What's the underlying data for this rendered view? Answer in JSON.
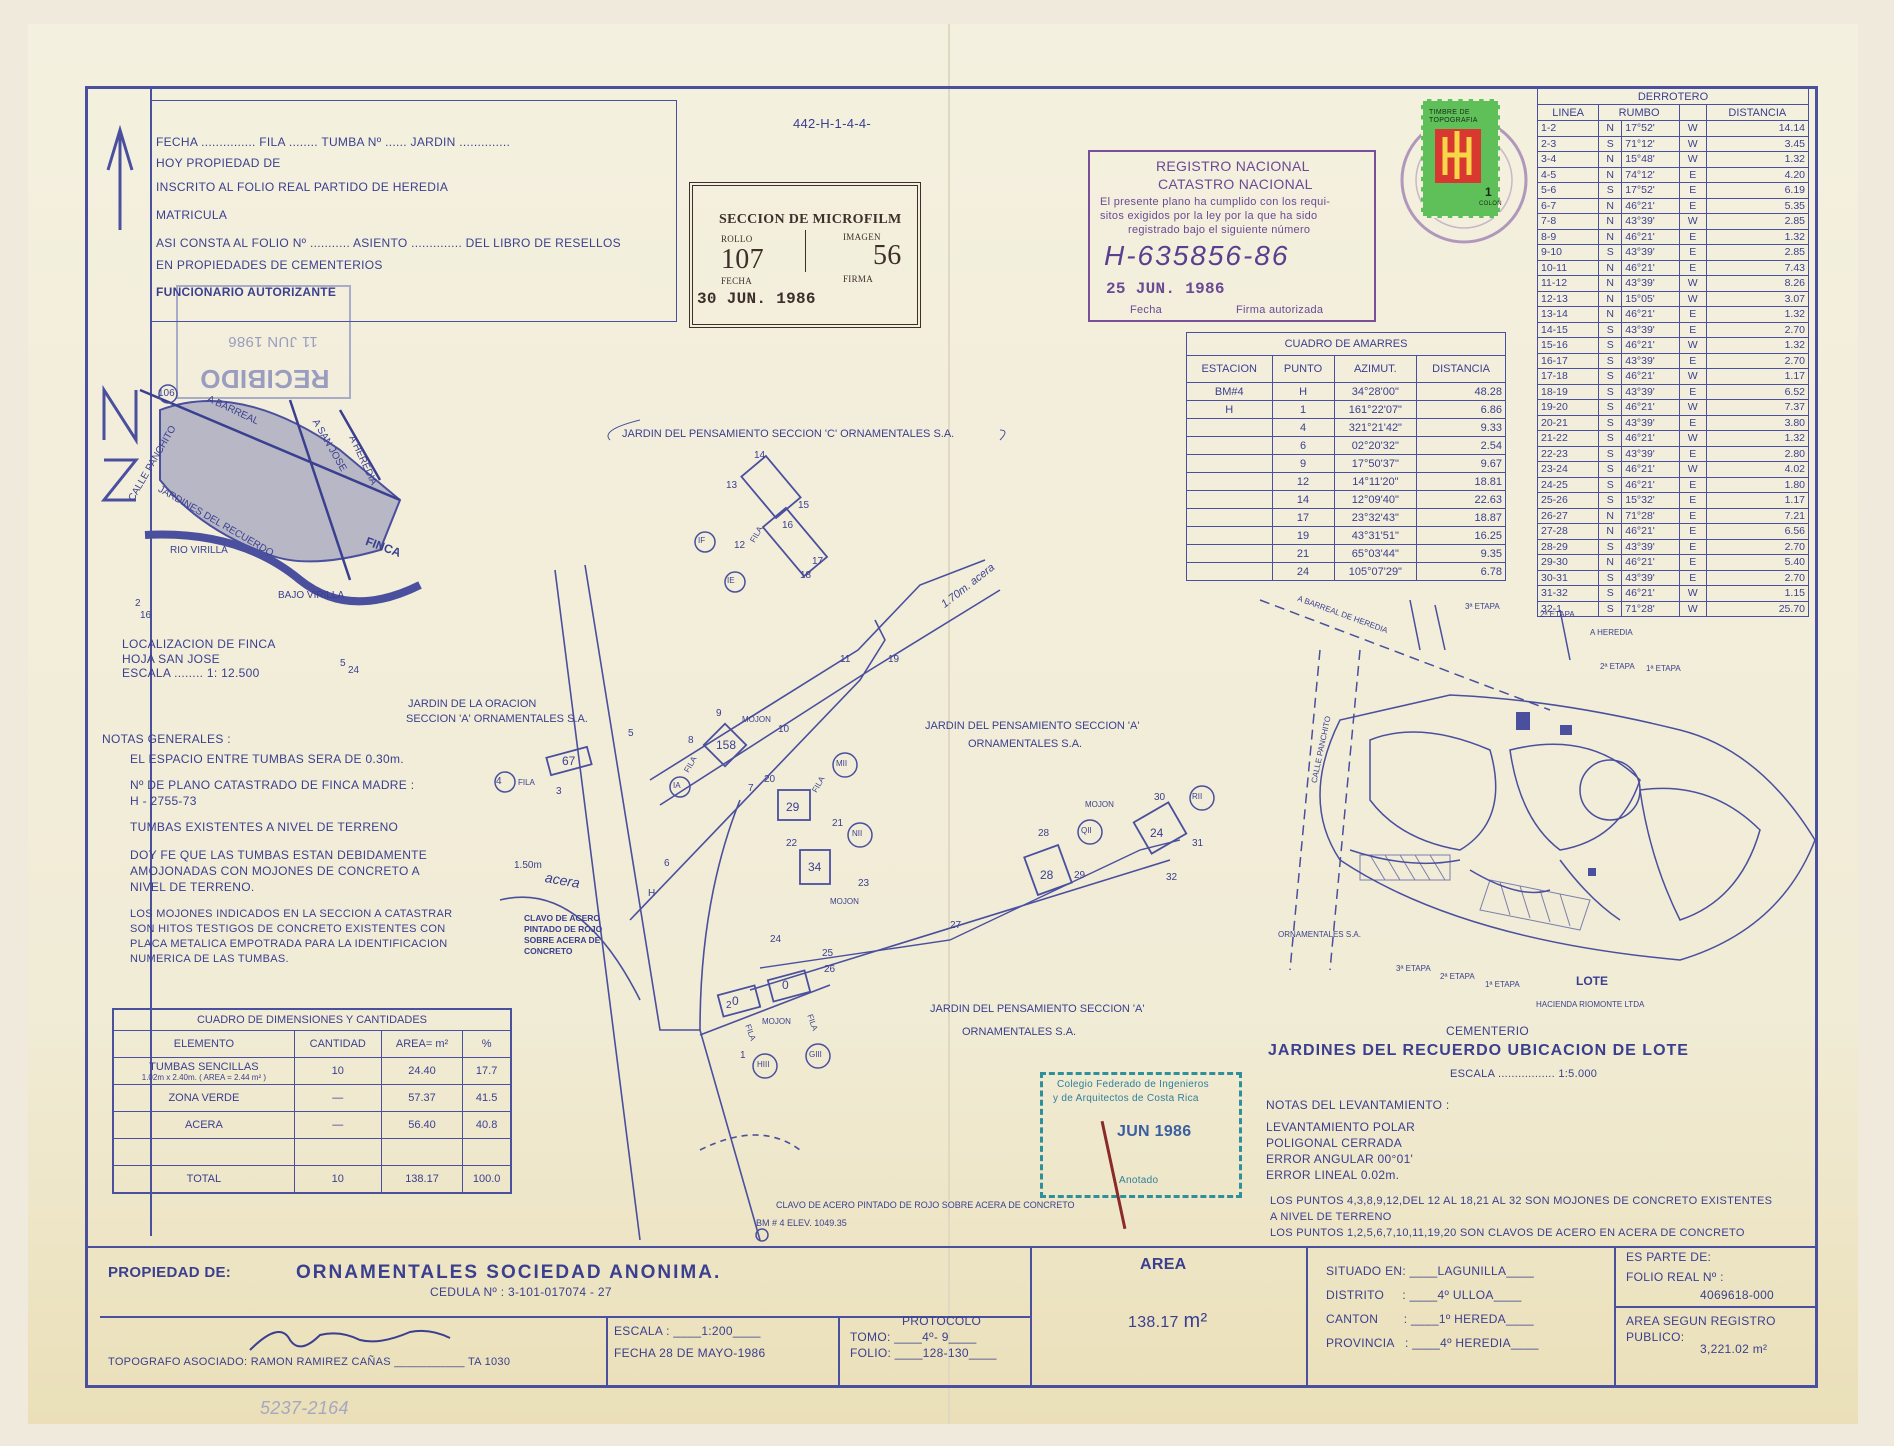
{
  "plan_number": "442-H-1-4-4-",
  "header": {
    "fecha": "FECHA",
    "fila": "FILA",
    "tumba": "TUMBA Nº",
    "jardin": "JARDIN",
    "hoy": "HOY PROPIEDAD DE",
    "inscrito": "INSCRITO AL FOLIO REAL PARTIDO DE HEREDIA",
    "matricula": "MATRICULA",
    "asi_consta": "ASI CONSTA AL FOLIO Nº",
    "asiento": "ASIENTO",
    "libro": "DEL LIBRO DE RESELLOS",
    "propiedades": "EN PROPIEDADES DE CEMENTERIOS",
    "funcionario": "FUNCIONARIO AUTORIZANTE"
  },
  "stamp_recibido": {
    "date": "11 JUN 1986",
    "word": "RECIBIDO"
  },
  "microfilm": {
    "title": "SECCION DE MICROFILM",
    "rollo_label": "ROLLO",
    "rollo": "107",
    "imagen_label": "IMAGEN",
    "imagen": "56",
    "fecha_label": "FECHA",
    "fecha": "30 JUN. 1986",
    "firma_label": "FIRMA"
  },
  "registro": {
    "title1": "REGISTRO NACIONAL",
    "title2": "CATASTRO NACIONAL",
    "text1": "El presente plano ha cumplido con los requi-",
    "text2": "sitos exigidos por la ley por la que ha sido",
    "text3": "registrado bajo el siguiente número",
    "number": "H-635856-86",
    "date": "25 JUN. 1986",
    "fecha_label": "Fecha",
    "firma_label": "Firma autorizada"
  },
  "timbre": {
    "text1": "TIMBRE DE",
    "text2": "TOPOGRAFIA",
    "value": "1",
    "unit": "COLON"
  },
  "derrotero": {
    "title": "DERROTERO",
    "headers": [
      "LINEA",
      "RUMBO",
      "",
      "DISTANCIA"
    ],
    "rows": [
      [
        "1-2",
        "N",
        "17°52'",
        "W",
        "14.14"
      ],
      [
        "2-3",
        "S",
        "71°12'",
        "W",
        "3.45"
      ],
      [
        "3-4",
        "N",
        "15°48'",
        "W",
        "1.32"
      ],
      [
        "4-5",
        "N",
        "74°12'",
        "E",
        "4.20"
      ],
      [
        "5-6",
        "S",
        "17°52'",
        "E",
        "6.19"
      ],
      [
        "6-7",
        "N",
        "46°21'",
        "E",
        "5.35"
      ],
      [
        "7-8",
        "N",
        "43°39'",
        "W",
        "2.85"
      ],
      [
        "8-9",
        "N",
        "46°21'",
        "E",
        "1.32"
      ],
      [
        "9-10",
        "S",
        "43°39'",
        "E",
        "2.85"
      ],
      [
        "10-11",
        "N",
        "46°21'",
        "E",
        "7.43"
      ],
      [
        "11-12",
        "N",
        "43°39'",
        "W",
        "8.26"
      ],
      [
        "12-13",
        "N",
        "15°05'",
        "W",
        "3.07"
      ],
      [
        "13-14",
        "N",
        "46°21'",
        "E",
        "1.32"
      ],
      [
        "14-15",
        "S",
        "43°39'",
        "E",
        "2.70"
      ],
      [
        "15-16",
        "S",
        "46°21'",
        "W",
        "1.32"
      ],
      [
        "16-17",
        "S",
        "43°39'",
        "E",
        "2.70"
      ],
      [
        "17-18",
        "S",
        "46°21'",
        "W",
        "1.17"
      ],
      [
        "18-19",
        "S",
        "43°39'",
        "E",
        "6.52"
      ],
      [
        "19-20",
        "S",
        "46°21'",
        "W",
        "7.37"
      ],
      [
        "20-21",
        "S",
        "43°39'",
        "E",
        "3.80"
      ],
      [
        "21-22",
        "S",
        "46°21'",
        "W",
        "1.32"
      ],
      [
        "22-23",
        "S",
        "43°39'",
        "E",
        "2.80"
      ],
      [
        "23-24",
        "S",
        "46°21'",
        "W",
        "4.02"
      ],
      [
        "24-25",
        "S",
        "46°21'",
        "E",
        "1.80"
      ],
      [
        "25-26",
        "S",
        "15°32'",
        "E",
        "1.17"
      ],
      [
        "26-27",
        "N",
        "71°28'",
        "E",
        "7.21"
      ],
      [
        "27-28",
        "N",
        "46°21'",
        "E",
        "6.56"
      ],
      [
        "28-29",
        "S",
        "43°39'",
        "E",
        "2.70"
      ],
      [
        "29-30",
        "N",
        "46°21'",
        "E",
        "5.40"
      ],
      [
        "30-31",
        "S",
        "43°39'",
        "E",
        "2.70"
      ],
      [
        "31-32",
        "S",
        "46°21'",
        "W",
        "1.15"
      ],
      [
        "32-1",
        "S",
        "71°28'",
        "W",
        "25.70"
      ]
    ]
  },
  "amarres": {
    "title": "CUADRO DE AMARRES",
    "headers": [
      "ESTACION",
      "PUNTO",
      "AZIMUT.",
      "DISTANCIA"
    ],
    "rows": [
      [
        "BM#4",
        "H",
        "34°28'00\"",
        "48.28"
      ],
      [
        "H",
        "1",
        "161°22'07\"",
        "6.86"
      ],
      [
        "",
        "4",
        "321°21'42\"",
        "9.33"
      ],
      [
        "",
        "6",
        "02°20'32\"",
        "2.54"
      ],
      [
        "",
        "9",
        "17°50'37\"",
        "9.67"
      ],
      [
        "",
        "12",
        "14°11'20\"",
        "18.81"
      ],
      [
        "",
        "14",
        "12°09'40\"",
        "22.63"
      ],
      [
        "",
        "17",
        "23°32'43\"",
        "18.87"
      ],
      [
        "",
        "19",
        "43°31'51\"",
        "16.25"
      ],
      [
        "",
        "21",
        "65°03'44\"",
        "9.35"
      ],
      [
        "",
        "24",
        "105°07'29\"",
        "6.78"
      ]
    ]
  },
  "location": {
    "labels": [
      "106",
      "A BARREAL",
      "CALLE PANCHITO",
      "A SAN JOSE",
      "A HEREDIA",
      "JARDINES DEL RECUERDO",
      "FINCA",
      "RIO VIRILLA",
      "BAJO VIRILLA",
      "2",
      "16",
      "5",
      "24"
    ],
    "title": "LOCALIZACION DE FINCA",
    "hoja": "HOJA SAN JOSE",
    "escala_label": "ESCALA",
    "escala": "1: 12.500"
  },
  "notas": {
    "title": "NOTAS GENERALES :",
    "lines": [
      "EL ESPACIO ENTRE TUMBAS SERA DE 0.30m.",
      "Nº DE PLANO CATASTRADO DE FINCA MADRE :",
      "H - 2755-73",
      "TUMBAS EXISTENTES A NIVEL DE TERRENO",
      "DOY FE QUE LAS TUMBAS ESTAN DEBIDAMENTE",
      "AMOJONADAS CON MOJONES DE CONCRETO A",
      "NIVEL DE TERRENO.",
      "LOS MOJONES INDICADOS EN LA SECCION A CATASTRAR",
      "SON HITOS TESTIGOS DE CONCRETO EXISTENTES CON",
      "PLACA METALICA EMPOTRADA PARA LA IDENTIFICACION",
      "NUMERICA DE LAS TUMBAS."
    ]
  },
  "dimensiones": {
    "title": "CUADRO DE DIMENSIONES Y CANTIDADES",
    "headers": [
      "ELEMENTO",
      "CANTIDAD",
      "AREA= m²",
      "%"
    ],
    "rows": [
      {
        "elemento": "TUMBAS SENCILLAS",
        "sub": "1.02m x 2.40m. ( AREA = 2.44 m² )",
        "cantidad": "10",
        "area": "24.40",
        "pct": "17.7"
      },
      {
        "elemento": "ZONA VERDE",
        "sub": "",
        "cantidad": "—",
        "area": "57.37",
        "pct": "41.5"
      },
      {
        "elemento": "ACERA",
        "sub": "",
        "cantidad": "—",
        "area": "56.40",
        "pct": "40.8"
      },
      {
        "elemento": "",
        "sub": "",
        "cantidad": "",
        "area": "",
        "pct": ""
      },
      {
        "elemento": "TOTAL",
        "sub": "",
        "cantidad": "10",
        "area": "138.17",
        "pct": "100.0"
      }
    ]
  },
  "plan": {
    "jardin_c": "JARDIN DEL PENSAMIENTO SECCION 'C' ORNAMENTALES S.A.",
    "jardin_oracion1": "JARDIN DE LA ORACION",
    "jardin_oracion2": "SECCION 'A' ORNAMENTALES S.A.",
    "jardin_a1_1": "JARDIN DEL PENSAMIENTO SECCION 'A'",
    "jardin_a1_2": "ORNAMENTALES S.A.",
    "jardin_a2_1": "JARDIN DEL PENSAMIENTO SECCION 'A'",
    "jardin_a2_2": "ORNAMENTALES S.A.",
    "acera": "acera",
    "acera_w": "1.50m",
    "acera_diag": "1.70m. acera",
    "clavo1": "CLAVO DE ACERO",
    "clavo2": "PINTADO DE ROJO",
    "clavo3": "SOBRE ACERA DE",
    "clavo4": "CONCRETO",
    "clavo_bm": "CLAVO DE ACERO PINTADO DE ROJO SOBRE ACERA DE CONCRETO",
    "bm": "BM # 4 ELEV. 1049.35",
    "mojon": "MOJON",
    "fila": "FILA",
    "tombs": [
      "67",
      "158",
      "29",
      "34",
      "28",
      "24",
      "0",
      "0"
    ],
    "points": [
      "1",
      "2",
      "3",
      "4",
      "5",
      "6",
      "7",
      "8",
      "9",
      "10",
      "11",
      "12",
      "13",
      "14",
      "15",
      "16",
      "17",
      "18",
      "19",
      "20",
      "21",
      "22",
      "23",
      "24",
      "25",
      "26",
      "27",
      "28",
      "29",
      "30",
      "31",
      "32",
      "H"
    ],
    "row_markers": [
      "IF",
      "IE",
      "IA",
      "MII",
      "NII",
      "HIII",
      "GIII",
      "QII",
      "RII"
    ]
  },
  "ubicacion": {
    "labels": [
      "A BARREAL DE HEREDIA",
      "A HEREDIA",
      "3ª ETAPA",
      "2ª ETAPA",
      "1ª ETAPA",
      "CALLE PANCHITO",
      "ORNAMENTALES S.A.",
      "HACIENDA RIOMONTE LTDA",
      "LOTE"
    ],
    "cementerio": "CEMENTERIO",
    "title": "JARDINES DEL RECUERDO UBICACION DE LOTE",
    "escala_label": "ESCALA",
    "escala": "1:5.000"
  },
  "levantamiento": {
    "title": "NOTAS DEL LEVANTAMIENTO :",
    "lines": [
      "LEVANTAMIENTO POLAR",
      "POLIGONAL CERRADA",
      "ERROR ANGULAR 00°01'",
      "ERROR LINEAL 0.02m."
    ],
    "note1": "LOS PUNTOS 4,3,8,9,12,DEL 12 AL 18,21 AL 32 SON MOJONES DE CONCRETO EXISTENTES",
    "note2": "A NIVEL DE TERRENO",
    "note3": "LOS PUNTOS 1,2,5,6,7,10,11,19,20 SON CLAVOS DE ACERO EN ACERA DE CONCRETO"
  },
  "colegio": {
    "line1": "Colegio Federado de Ingenieros",
    "line2": "y de Arquitectos de Costa Rica",
    "date": "JUN 1986",
    "word": "Anotado"
  },
  "footer": {
    "propiedad_label": "PROPIEDAD DE:",
    "propietario": "ORNAMENTALES SOCIEDAD ANONIMA.",
    "cedula": "CEDULA Nº : 3-101-017074 - 27",
    "escala_label": "ESCALA",
    "escala": "1:200",
    "fecha_label": "FECHA",
    "fecha": "28 DE MAYO-1986",
    "protocolo": "PROTOCOLO",
    "tomo_label": "TOMO:",
    "tomo": "4º- 9",
    "folio_label": "FOLIO:",
    "folio": "128-130",
    "topografo": "TOPOGRAFO ASOCIADO: RAMON RAMIREZ CAÑAS",
    "ta": "TA 1030",
    "area_label": "AREA",
    "area": "138.17",
    "area_unit": "m²",
    "situado_label": "SITUADO EN:",
    "situado": "LAGUNILLA",
    "distrito_label": "DISTRITO",
    "distrito": "4º ULLOA",
    "canton_label": "CANTON",
    "canton": "1º HEREDA",
    "provincia_label": "PROVINCIA",
    "provincia": "4º HEREDIA",
    "es_parte": "ES PARTE DE:",
    "folio_real_label": "FOLIO REAL Nº :",
    "folio_real": "4069618-000",
    "area_registro_label1": "AREA SEGUN REGISTRO",
    "area_registro_label2": "PUBLICO:",
    "area_registro": "3,221.02 m²"
  },
  "handwritten": "5237-2164"
}
